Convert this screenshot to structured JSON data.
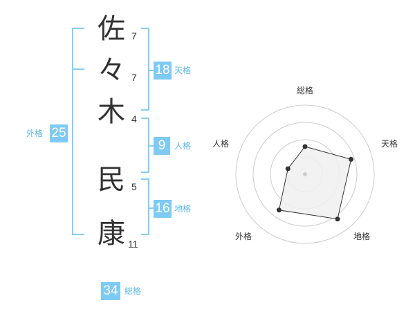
{
  "name_chars": [
    {
      "char": "佐",
      "strokes": "7"
    },
    {
      "char": "々",
      "strokes": "7"
    },
    {
      "char": "木",
      "strokes": "4"
    },
    {
      "char": "民",
      "strokes": "5"
    },
    {
      "char": "康",
      "strokes": "11"
    }
  ],
  "kaku": {
    "tenkaku": {
      "value": "18",
      "label": "天格"
    },
    "jinkaku": {
      "value": "9",
      "label": "人格"
    },
    "chikaku": {
      "value": "16",
      "label": "地格"
    },
    "gaikaku": {
      "value": "25",
      "label": "外格"
    },
    "soukaku": {
      "value": "34",
      "label": "総格"
    }
  },
  "colors": {
    "accent": "#7ecaf5",
    "bracket": "#84cdf5",
    "text": "#333333",
    "radar_fill": "#f0f0f0",
    "radar_line": "#333333",
    "grid": "#cccccc"
  },
  "chart_data": {
    "type": "radar",
    "axes": [
      "総格",
      "天格",
      "地格",
      "外格",
      "人格"
    ],
    "values": [
      2.0,
      3.5,
      4.0,
      3.2,
      1.3
    ],
    "max": 5,
    "rings": 4
  }
}
